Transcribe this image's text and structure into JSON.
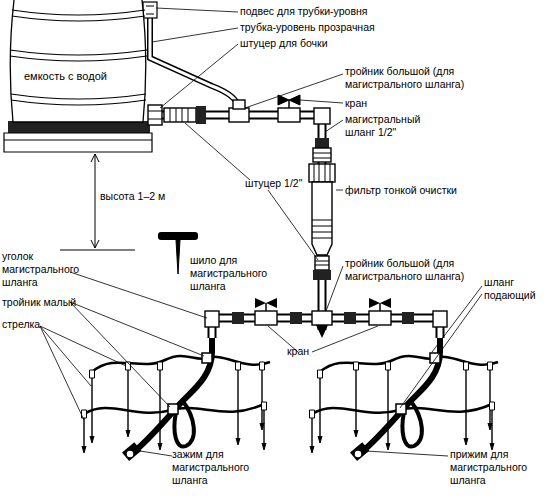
{
  "diagram": {
    "nodes": [
      {
        "text": [
          "емкость с водой"
        ]
      }
    ],
    "labels": [
      "подвес для трубки-уровня",
      "трубка-уровень прозрачная",
      "штуцер для бочки",
      "тройник большой (для магистрального шланга)",
      "кран",
      "магистральный шланг 1/2\"",
      "высота 1–2 м",
      "штуцер 1/2\"",
      "фильтр тонкой очистки",
      "шило для магистрального шланга",
      "тройник большой (для магистрального шланга)",
      "уголок магистрального шланга",
      "тройник малый",
      "стрелка",
      "шланг подающий",
      "кран",
      "зажим для магистрального шланга",
      "прижим для магистрального шланга"
    ]
  }
}
